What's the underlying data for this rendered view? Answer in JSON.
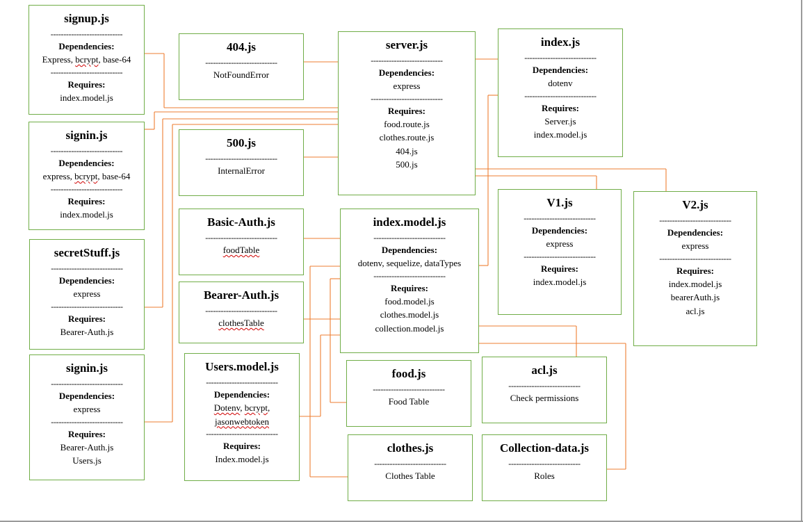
{
  "separator": "----------------------------",
  "diagram": {
    "boxes": [
      {
        "id": "signup-js",
        "title": "signup.js",
        "deps_label": "Dependencies:",
        "deps": [
          "Express, bcrypt, base-64"
        ],
        "req_label": "Requires:",
        "requires": [
          "index.model.js"
        ]
      },
      {
        "id": "signin-js-top",
        "title": "signin.js",
        "deps_label": "Dependencies:",
        "deps": [
          "express, bcrypt, base-64"
        ],
        "req_label": "Requires:",
        "requires": [
          "index.model.js"
        ]
      },
      {
        "id": "secretstuff-js",
        "title": "secretStuff.js",
        "deps_label": "Dependencies:",
        "deps": [
          "express"
        ],
        "req_label": "Requires:",
        "requires": [
          "Bearer-Auth.js"
        ]
      },
      {
        "id": "signin-js-bottom",
        "title": "signin.js",
        "deps_label": "Dependencies:",
        "deps": [
          "express"
        ],
        "req_label": "Requires:",
        "requires": [
          "Bearer-Auth.js",
          "Users.js"
        ]
      },
      {
        "id": "404-js",
        "title": "404.js",
        "body": [
          "NotFoundError"
        ]
      },
      {
        "id": "500-js",
        "title": "500.js",
        "body": [
          "InternalError"
        ]
      },
      {
        "id": "basic-auth-js",
        "title": "Basic-Auth.js",
        "body": [
          "foodTable"
        ]
      },
      {
        "id": "bearer-auth-js",
        "title": "Bearer-Auth.js",
        "body": [
          "clothesTable"
        ]
      },
      {
        "id": "users-model-js",
        "title": "Users.model.js",
        "deps_label": "Dependencies:",
        "deps": [
          "Dotenv, bcrypt,",
          "jasonwebtoken"
        ],
        "req_label": "Requires:",
        "requires": [
          "Index.model.js"
        ]
      },
      {
        "id": "server-js",
        "title": "server.js",
        "deps_label": "Dependencies:",
        "deps": [
          "express"
        ],
        "req_label": "Requires:",
        "requires": [
          "food.route.js",
          "clothes.route.js",
          "404.js",
          "500.js"
        ]
      },
      {
        "id": "index-model-js",
        "title": "index.model.js",
        "deps_label": "Dependencies:",
        "deps": [
          "dotenv, sequelize, dataTypes"
        ],
        "req_label": "Requires:",
        "requires": [
          "food.model.js",
          "clothes.model.js",
          "collection.model.js"
        ]
      },
      {
        "id": "food-js",
        "title": "food.js",
        "body": [
          "Food Table"
        ]
      },
      {
        "id": "clothes-js",
        "title": "clothes.js",
        "body": [
          "Clothes Table"
        ]
      },
      {
        "id": "index-js",
        "title": "index.js",
        "deps_label": "Dependencies:",
        "deps": [
          "dotenv"
        ],
        "req_label": "Requires:",
        "requires": [
          "Server.js",
          "index.model.js"
        ]
      },
      {
        "id": "v1-js",
        "title": "V1.js",
        "deps_label": "Dependencies:",
        "deps": [
          "express"
        ],
        "req_label": "Requires:",
        "requires": [
          "index.model.js"
        ]
      },
      {
        "id": "v2-js",
        "title": "V2.js",
        "deps_label": "Dependencies:",
        "deps": [
          "express"
        ],
        "req_label": "Requires:",
        "requires": [
          "index.model.js",
          "bearerAuth.js",
          "acl.js"
        ]
      },
      {
        "id": "acl-js",
        "title": "acl.js",
        "body": [
          "Check permissions"
        ]
      },
      {
        "id": "collection-data-js",
        "title": "Collection-data.js",
        "body": [
          "Roles"
        ]
      }
    ]
  }
}
